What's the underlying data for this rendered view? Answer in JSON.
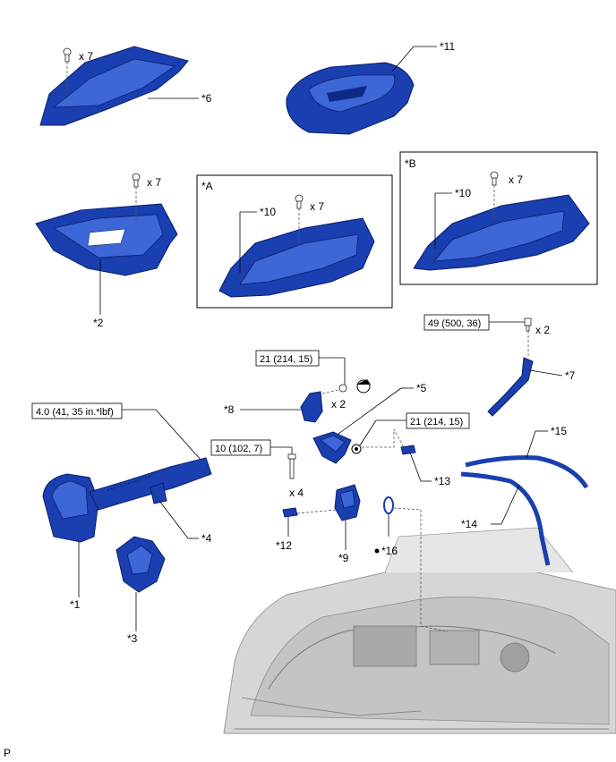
{
  "labels": {
    "p1": "*1",
    "p2": "*2",
    "p3": "*3",
    "p4": "*4",
    "p5": "*5",
    "p6": "*6",
    "p7": "*7",
    "p8": "*8",
    "p9": "*9",
    "p10a": "*10",
    "p10b": "*10",
    "p11": "*11",
    "p12": "*12",
    "p13": "*13",
    "p14": "*14",
    "p15": "*15",
    "p16": "*16",
    "variant_a": "*A",
    "variant_b": "*B"
  },
  "quantities": {
    "x7_a": "x 7",
    "x7_b": "x 7",
    "x7_c": "x 7",
    "x7_d": "x 7",
    "x2_a": "x 2",
    "x2_b": "x 2",
    "x4": "x 4"
  },
  "torques": {
    "t49": "49 (500, 36)",
    "t21a": "21 (214, 15)",
    "t21b": "21 (214, 15)",
    "t40": "4.0 (41, 35 in.*lbf)",
    "t10": "10 (102, 7)"
  },
  "footer": "P",
  "colors": {
    "part_blue": "#1a3fb0",
    "engine_gray": "#bdbdbd"
  }
}
